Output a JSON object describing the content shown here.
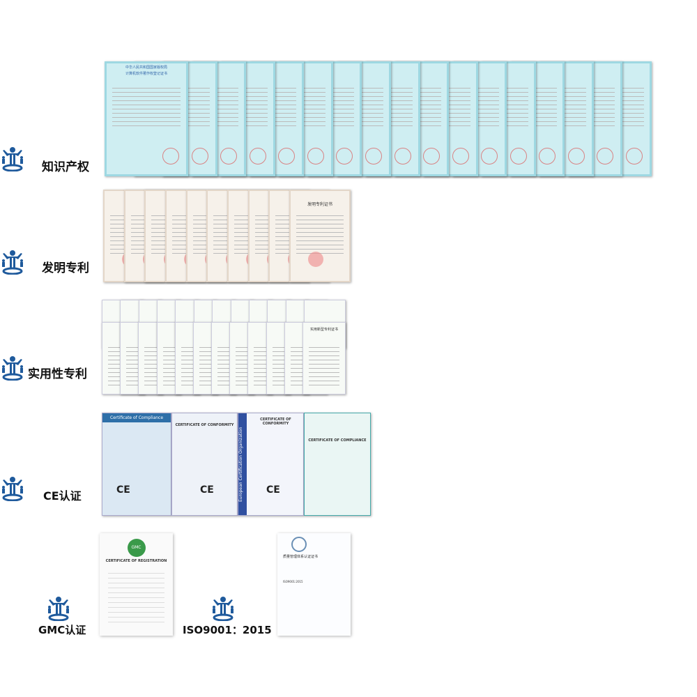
{
  "sections": [
    {
      "label": "知识产权",
      "cert_title": "计算机软件著作权登记证书",
      "cert_issuer": "中华人民共和国国家版权局",
      "count": 17
    },
    {
      "label": "发明专利",
      "cert_title": "发明专利证书",
      "count": 10
    },
    {
      "label": "实用性专利",
      "cert_title": "实用新型专利证书",
      "count": 24
    },
    {
      "label": "CE认证",
      "certs": [
        "Certificate of Compliance",
        "CERTIFICATE OF CONFORMITY",
        "European Certification Organization",
        "CERTIFICATE OF CONFORMITY",
        "CERTIFICATE OF COMPLIANCE"
      ],
      "ce_mark": "CE"
    },
    {
      "label": "GMC认证",
      "cert_title": "CERTIFICATE OF REGISTRATION",
      "badge": "GMC"
    },
    {
      "label": "ISO9001：2015",
      "cert_title": "质量管理体系认证证书",
      "cert_standard": "ISO9001:2015"
    }
  ],
  "colors": {
    "icon": "#1f5a9c"
  }
}
